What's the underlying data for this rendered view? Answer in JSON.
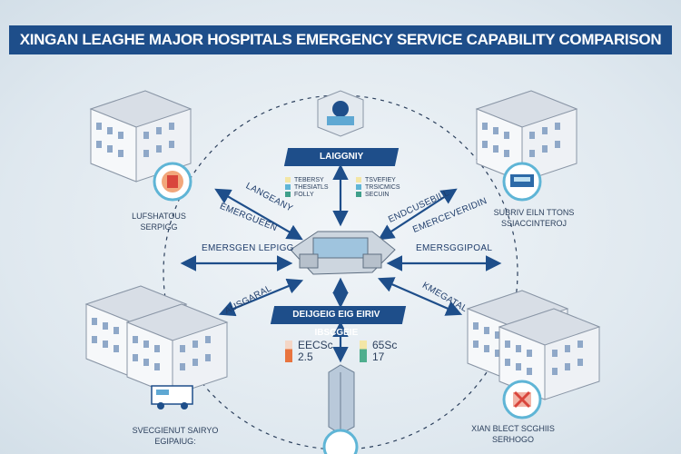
{
  "title": "XINGAN LEAGHE MAJOR HOSPITALS EMERGENCY SERVICE CAPABILITY COMPARISON",
  "top_banner": "LAIGGNIY",
  "bottom_banner": "DEIJGEIG EIG EIRIV IBSCGEIE",
  "legend_left": [
    "TEBERSY",
    "THESIATLS",
    "FOLLY"
  ],
  "legend_right": [
    "TSVEFIEY",
    "TRSICMICS",
    "SECUIN"
  ],
  "arrow_labels": {
    "upper_left": "LANGEANY",
    "upper_left2": "EMERGUEEN",
    "left": "EMERSGEN LEPIGG",
    "lower_left": "AUSGARAL",
    "upper_right": "ENDCUSEBILL",
    "upper_right2": "EMERCEVERIDIN",
    "right": "EMERSGGIPOAL",
    "lower_right": "KMEGATAL"
  },
  "captions": {
    "top_left": [
      "LUFSHATOUS",
      "SERPIGG"
    ],
    "top_right": [
      "SUBRIV EILN TTONS",
      "SSIACCINTEROJ"
    ],
    "bottom_left": [
      "SVECGIENUT SAIRYO",
      "EGIPAIUG:"
    ],
    "bottom_right": [
      "XIAN BLECT SCGHIIS",
      "SERHOGO"
    ]
  },
  "stats": {
    "left": {
      "label": "EECSc",
      "value": "2.5"
    },
    "right": {
      "label": "65Sc",
      "value": "17"
    }
  },
  "colors": {
    "primary": "#1e4e8a",
    "bg": "#e6eef3"
  }
}
